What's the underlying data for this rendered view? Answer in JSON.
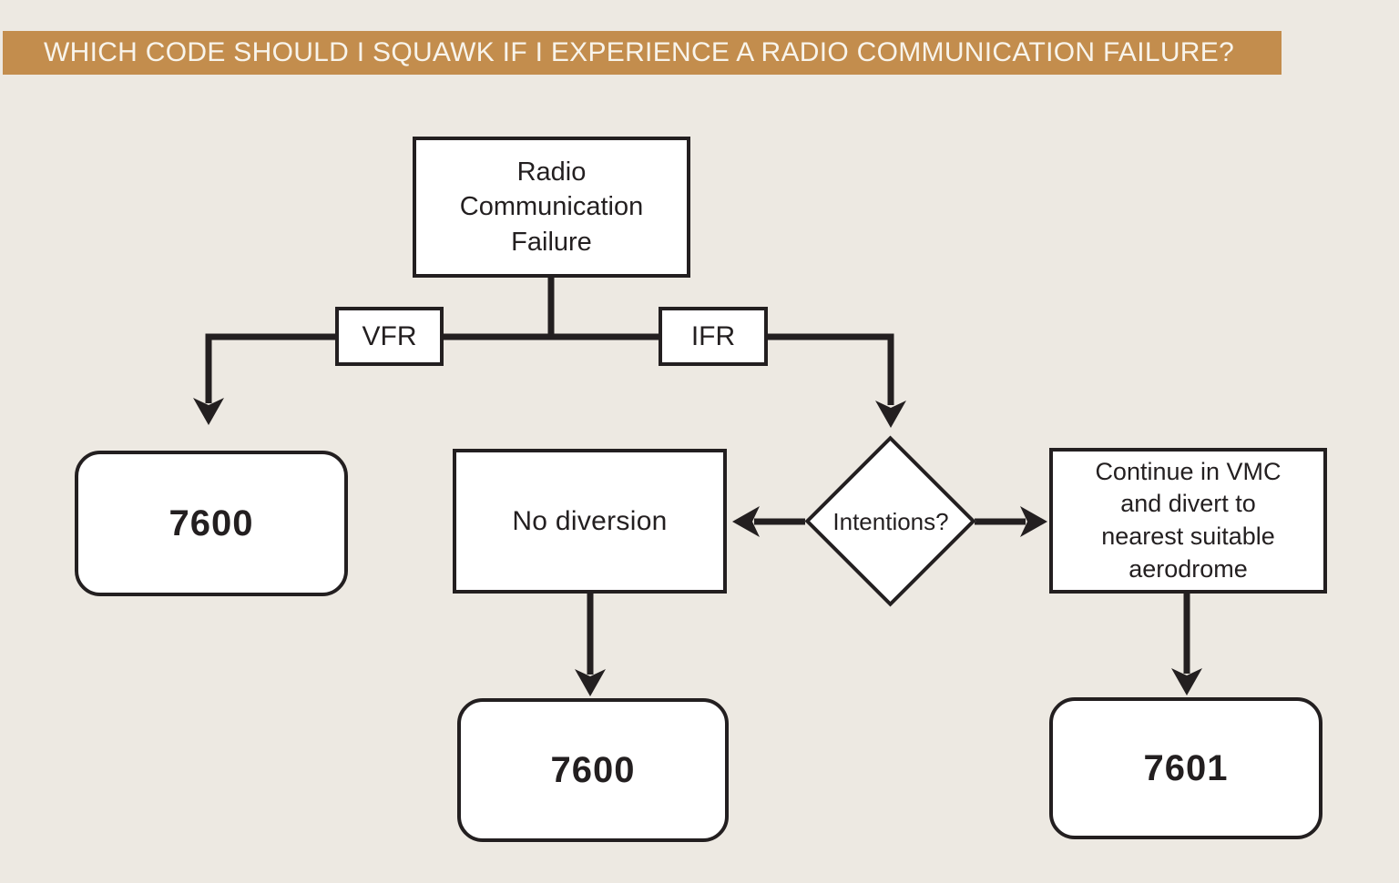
{
  "title_bar": {
    "label": "WHICH CODE SHOULD I SQUAWK IF I EXPERIENCE A RADIO COMMUNICATION FAILURE?",
    "background": "#C38D4D",
    "text_color": "#F8F4EB"
  },
  "colors": {
    "page_background": "#EDE9E2",
    "node_fill": "#FFFFFF",
    "line_color": "#231F20"
  },
  "flowchart": {
    "nodes": {
      "root": {
        "label": "Radio Communication Failure",
        "shape": "rectangle"
      },
      "vfr": {
        "label": "VFR",
        "shape": "rectangle"
      },
      "ifr": {
        "label": "IFR",
        "shape": "rectangle"
      },
      "vfr_code": {
        "label": "7600",
        "shape": "rounded"
      },
      "no_diversion": {
        "label": "No diversion",
        "shape": "rectangle"
      },
      "intentions": {
        "label": "Intentions?",
        "shape": "diamond"
      },
      "continue_vmc": {
        "label": "Continue in VMC and divert to nearest suitable aerodrome",
        "shape": "rectangle"
      },
      "no_diversion_code": {
        "label": "7600",
        "shape": "rounded"
      },
      "divert_code": {
        "label": "7601",
        "shape": "rounded"
      }
    },
    "edges": [
      {
        "from": "root",
        "to": "branch-split"
      },
      {
        "from": "branch-split",
        "to": "vfr_code",
        "via": "vfr"
      },
      {
        "from": "branch-split",
        "to": "intentions",
        "via": "ifr"
      },
      {
        "from": "intentions",
        "to": "no_diversion"
      },
      {
        "from": "intentions",
        "to": "continue_vmc"
      },
      {
        "from": "no_diversion",
        "to": "no_diversion_code"
      },
      {
        "from": "continue_vmc",
        "to": "divert_code"
      }
    ]
  }
}
